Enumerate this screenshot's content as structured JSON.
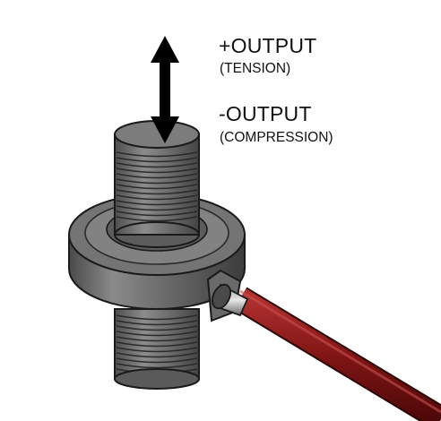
{
  "labels": {
    "tension_output": "+OUTPUT",
    "tension_note": "(TENSION)",
    "compression_output": "-OUTPUT",
    "compression_note": "(COMPRESSION)"
  },
  "colors": {
    "body_metal": "#7a7a7a",
    "thread_metal": "#6e6e6e",
    "cable": "#8b1a1a",
    "arrow": "#000000",
    "outline": "#1a1a1a"
  }
}
